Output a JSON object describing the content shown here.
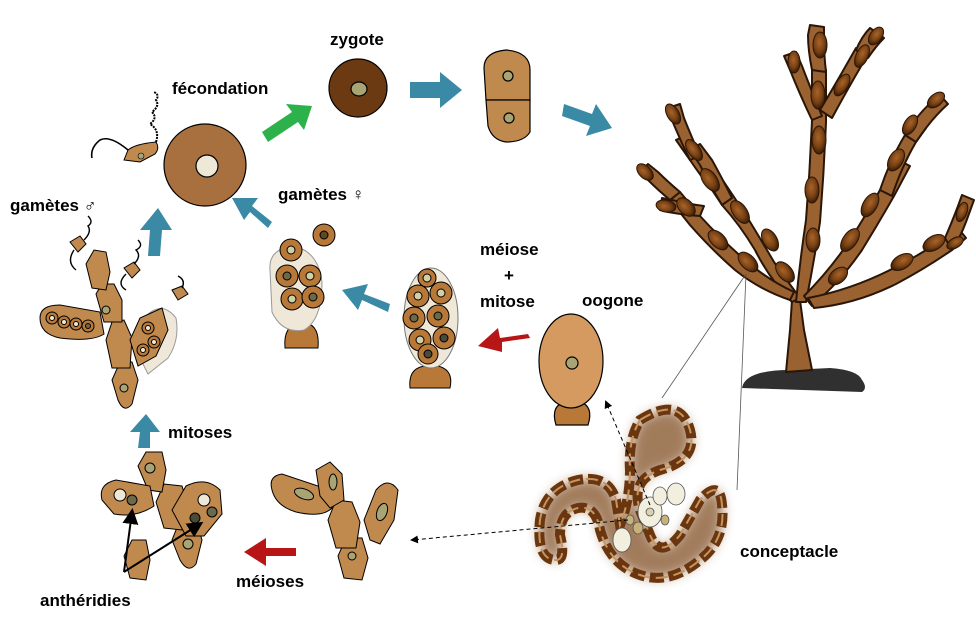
{
  "labels": {
    "zygote": "zygote",
    "fecondation": "fécondation",
    "gametes_male": "gamètes ♂",
    "gametes_female": "gamètes ♀",
    "meiose": "méiose",
    "plus": "+",
    "mitose": "mitose",
    "oogone": "oogone",
    "mitoses": "mitoses",
    "meioses": "méioses",
    "antheridies": "anthéridies",
    "conceptacle": "conceptacle"
  },
  "colors": {
    "thallus": "#9a6230",
    "cell": "#c08a4f",
    "egg": "#a7703e",
    "egg_dark": "#6b3a12",
    "nucleus": "#a8a474",
    "pale": "#eee9d6",
    "dark_nucleus": "#4a4a3a",
    "arrow_blue": "#3a8aa6",
    "arrow_red": "#b81616",
    "arrow_green": "#2db14a",
    "substrate": "#303030"
  }
}
